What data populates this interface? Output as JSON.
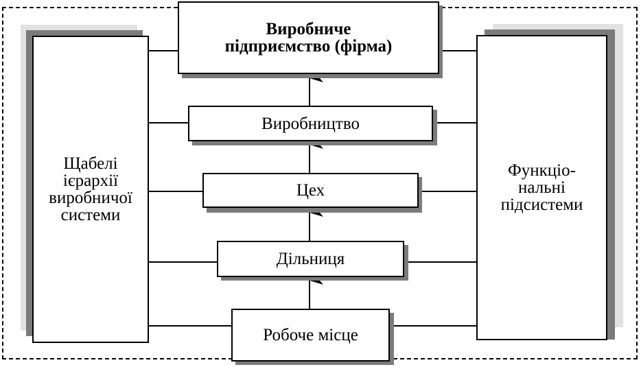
{
  "colors": {
    "border": "#000000",
    "shadow_dark": "#7b7b7b",
    "shadow_light": "#e2e2e2",
    "background": "#ffffff"
  },
  "diagram": {
    "top": {
      "line1": "Виробниче",
      "line2": "підприємство (фірма)"
    },
    "levels": {
      "production": "Виробництво",
      "workshop": "Цех",
      "section": "Дільниця",
      "workplace": "Робоче місце"
    },
    "left_panel": {
      "lines": [
        "Щабелі",
        "ієрархії",
        "виробничої",
        "системи"
      ]
    },
    "right_panel": {
      "lines": [
        "Функціо-",
        "нальні",
        "підсистеми"
      ]
    }
  }
}
